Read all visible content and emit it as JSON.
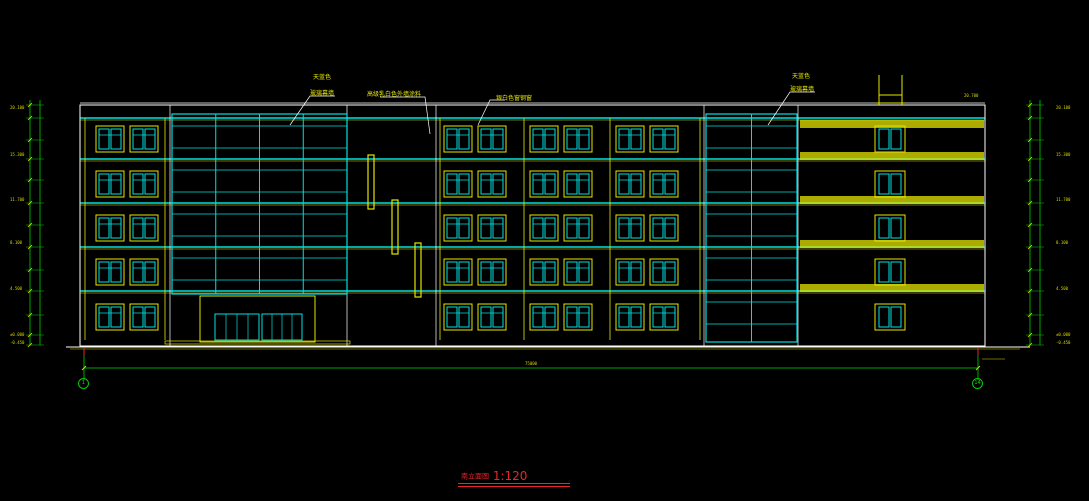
{
  "drawing": {
    "title": "南立面图",
    "scale": "1:120",
    "total_dimension": "75000"
  },
  "annotations": [
    {
      "line1": "天蓝色",
      "line2": "玻璃幕墙"
    },
    {
      "line1": "高级乳白色外墙涂料",
      "line2": ""
    },
    {
      "line1": "银白色窗钢窗",
      "line2": ""
    },
    {
      "line1": "天蓝色",
      "line2": "玻璃幕墙"
    }
  ],
  "levels_left": [
    "20.100",
    "15.300",
    "11.700",
    "8.100",
    "4.500",
    "±0.000",
    "-0.450"
  ],
  "levels_right": [
    "20.100",
    "15.300",
    "11.700",
    "8.100",
    "4.500",
    "±0.000",
    "-0.450"
  ],
  "roof_level": "20.700",
  "axes": [
    "1",
    "14"
  ],
  "colors": {
    "yellow": "#e6e600",
    "cyan": "#00e0e0",
    "green": "#00d000",
    "red": "#e8262a",
    "white": "#ffffff"
  }
}
